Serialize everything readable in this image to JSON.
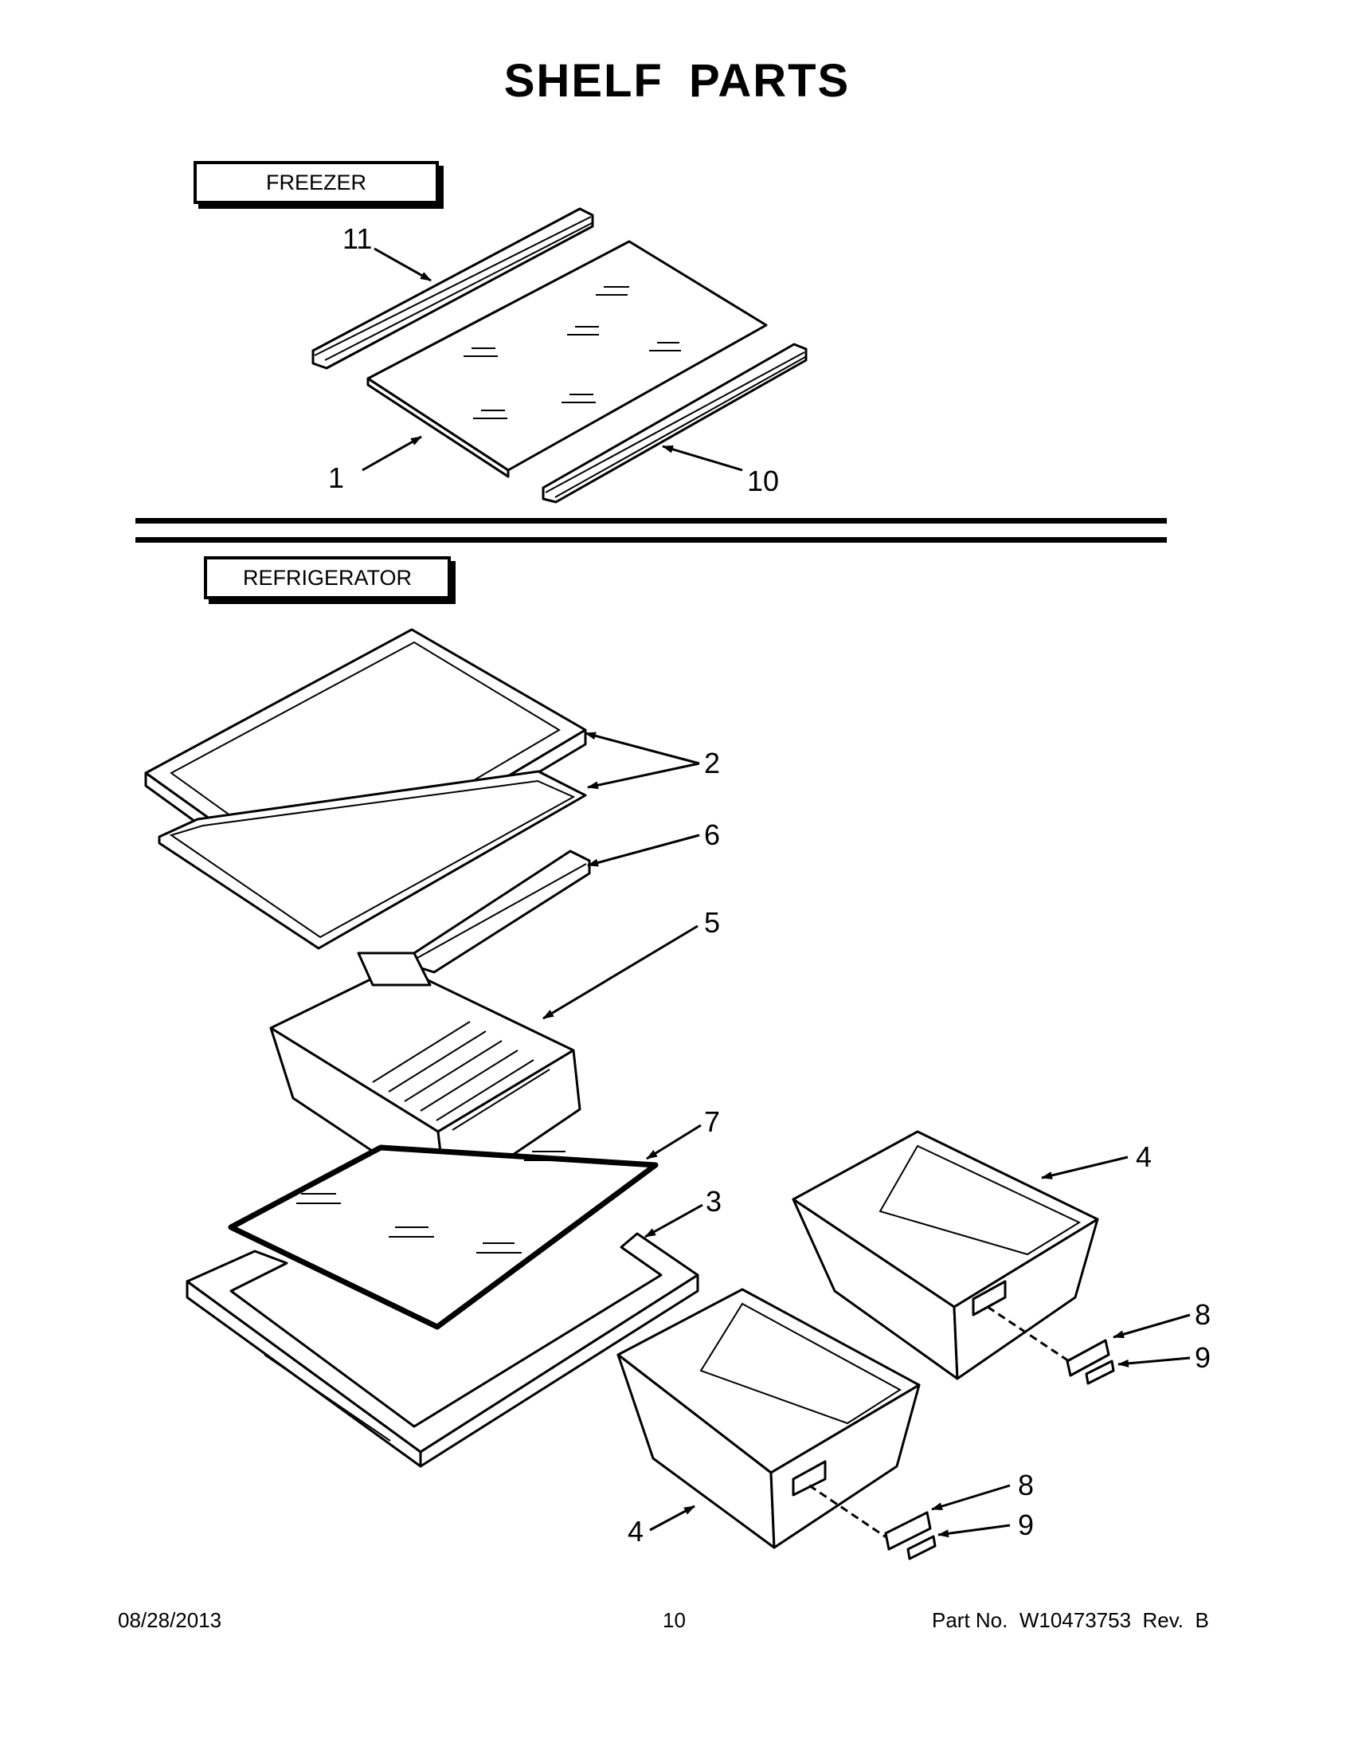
{
  "title": "SHELF PARTS",
  "sections": {
    "freezer": "FREEZER",
    "refrigerator": "REFRIGERATOR"
  },
  "callouts": {
    "freezer_shelf_glass": "1",
    "freezer_rear_trim": "11",
    "freezer_front_trim": "10",
    "shelf_upper": "2",
    "shelf_bracket": "6",
    "deli_drawer": "5",
    "crisper_glass": "7",
    "crisper_cover_frame": "3",
    "crisper_right": "4",
    "crisper_left": "4",
    "humidity_control_right": "8",
    "humidity_slider_right": "9",
    "humidity_control_left": "8",
    "humidity_slider_left": "9"
  },
  "footer": {
    "date": "08/28/2013",
    "page_number": "10",
    "part_number": "Part No.  W10473753  Rev.  B"
  },
  "icons": [
    "arrowhead-icon"
  ]
}
